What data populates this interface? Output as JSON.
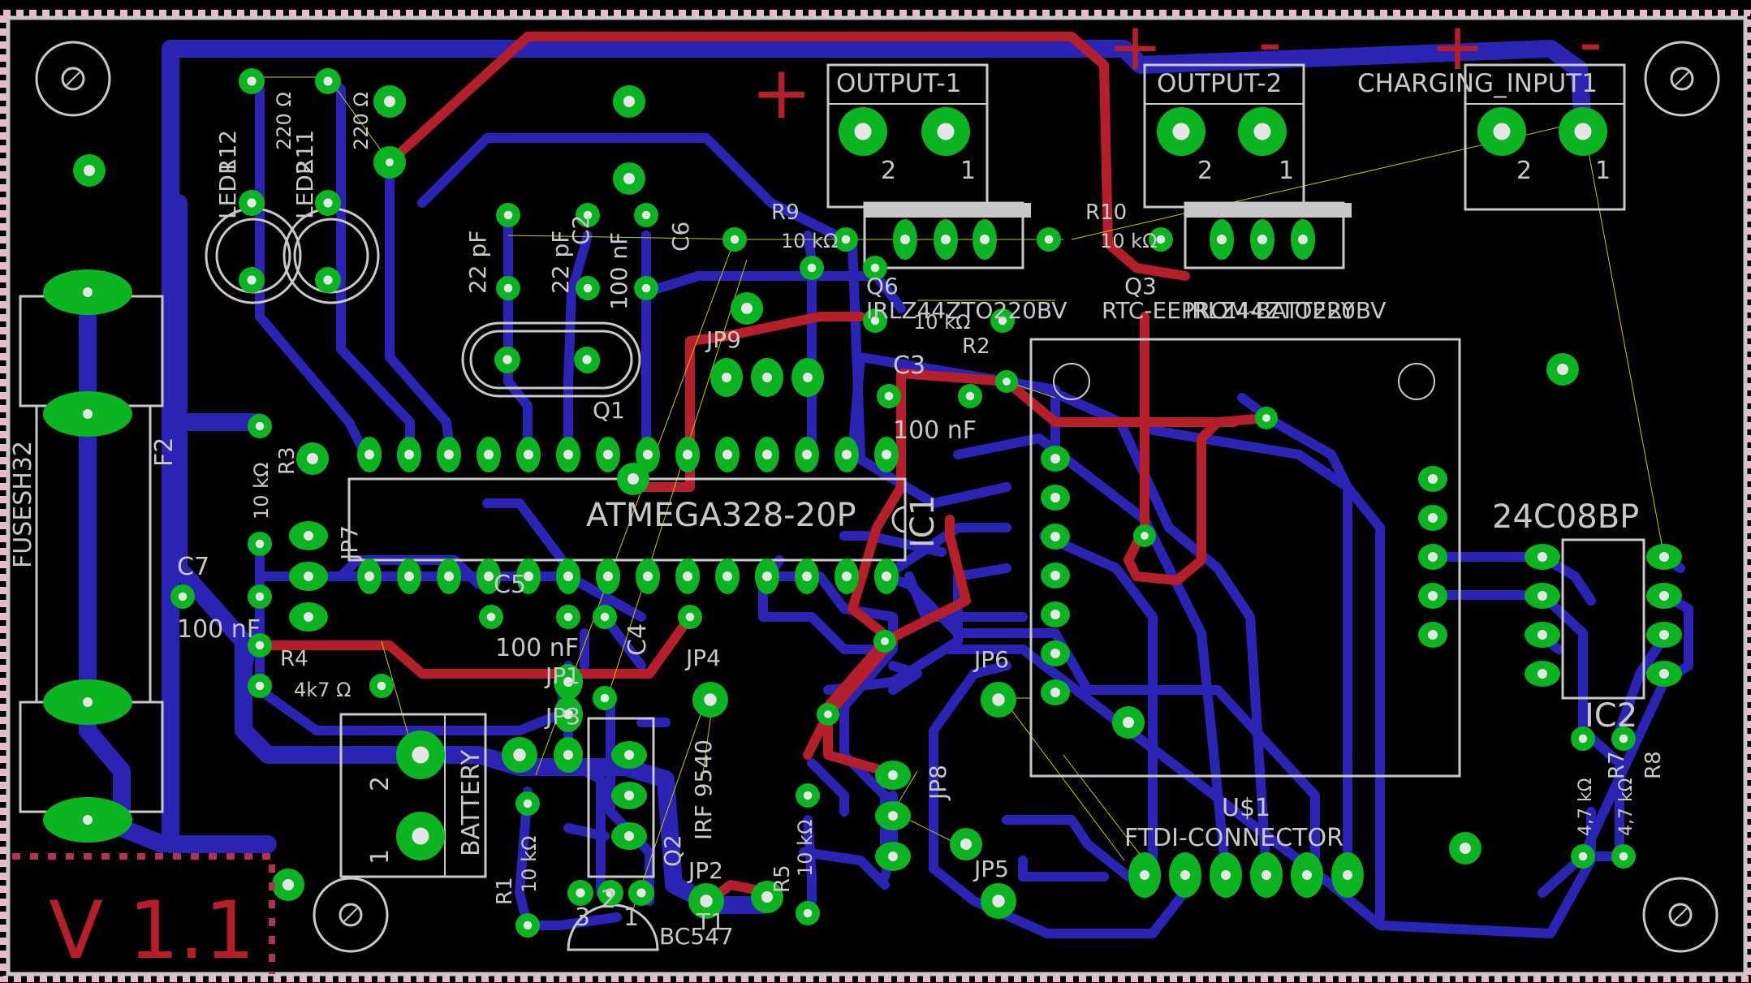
{
  "colors": {
    "background": "#000000",
    "board_outline": "#c8c8c8",
    "bottom_trace": "#2b23b4",
    "top_trace": "#b41f2b",
    "pad": "#0bb421",
    "silkscreen": "#c8c8c8",
    "airwire": "#c8c800",
    "dimension": "#b43250"
  },
  "version_label": "V 1.1",
  "polarity": {
    "plus": "+",
    "minus": "-"
  },
  "labels": {
    "output1": "OUTPUT-1",
    "output2": "OUTPUT-2",
    "charging": "CHARGING_INPUT1",
    "atmega": "ATMEGA328-20P",
    "ic1": "IC1",
    "ic2": "IC2",
    "ic2_part": "24C08BP",
    "fuse_part": "FUSESH32",
    "f2": "F2",
    "battery": "BATTERY",
    "q1": "Q1",
    "q2": "Q2",
    "q2_part": "IRF 9540",
    "q3": "Q3",
    "q6": "Q6",
    "q6_part": "IRLZ44ZTO220BV",
    "q3_part": "IRLZ44ZTO220BV",
    "rtc": "RTC-EEPROM-BATTERY",
    "t1": "T1",
    "t1_part": "BC547",
    "us1": "U$1",
    "ftdi": "FTDI-CONNECTOR",
    "led1": "LED1",
    "led2": "LED2",
    "r1": "R1",
    "r2": "R2",
    "r3": "R3",
    "r4": "R4",
    "r5": "R5",
    "r7": "R7",
    "r8": "R8",
    "r9": "R9",
    "r10": "R10",
    "r11": "R11",
    "r12": "R12",
    "c2": "C2",
    "c3": "C3",
    "c4": "C4",
    "c5": "C5",
    "c6": "C6",
    "c7": "C7",
    "jp1": "JP1",
    "jp2": "JP2",
    "jp3": "JP3",
    "jp4": "JP4",
    "jp5": "JP5",
    "jp6": "JP6",
    "jp7": "JP7",
    "jp8": "JP8",
    "jp9": "JP9",
    "val_220": "220 Ω",
    "val_10k": "10 kΩ",
    "val_4k7": "4k7 Ω",
    "val_47k": "4,7 kΩ",
    "val_22pf": "22 pF",
    "val_100nf": "100 nF",
    "pin1": "1",
    "pin2": "2",
    "pin3": "3"
  }
}
